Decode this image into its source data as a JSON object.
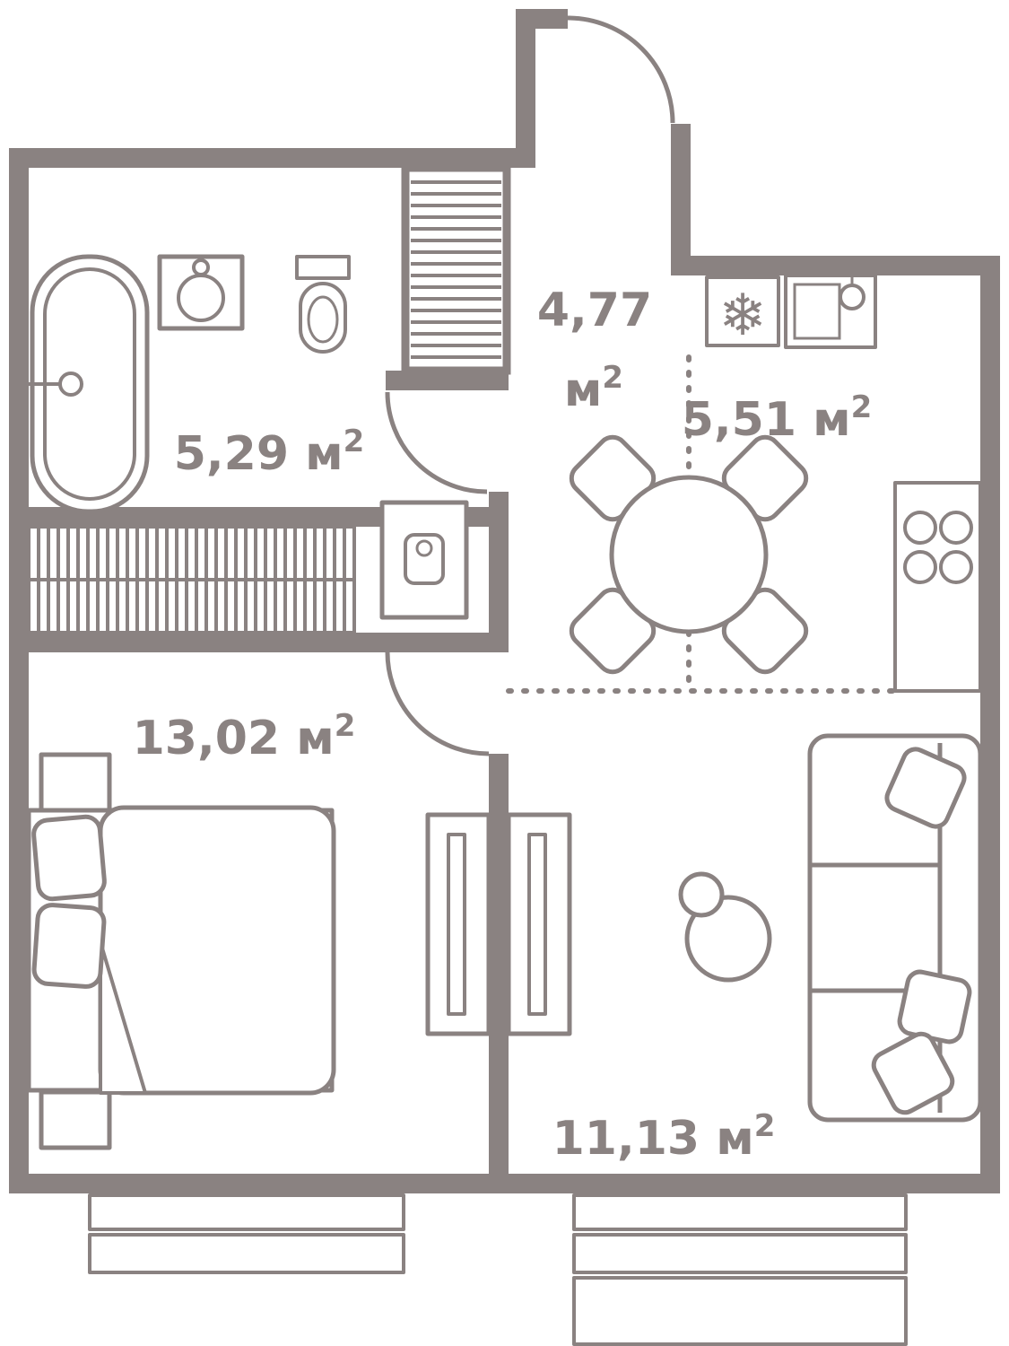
{
  "colors": {
    "wall": "#8a8281",
    "background": "#ffffff"
  },
  "icons": {
    "snowflake": "❄"
  },
  "rooms": [
    {
      "id": "bathroom",
      "label": "5,29 м",
      "sup": "2"
    },
    {
      "id": "hallway",
      "label_line1": "4,77",
      "label_line2": "м",
      "sup": "2"
    },
    {
      "id": "kitchen",
      "label": "5,51 м",
      "sup": "2"
    },
    {
      "id": "bedroom",
      "label": "13,02 м",
      "sup": "2"
    },
    {
      "id": "living",
      "label": "11,13 м",
      "sup": "2"
    }
  ]
}
